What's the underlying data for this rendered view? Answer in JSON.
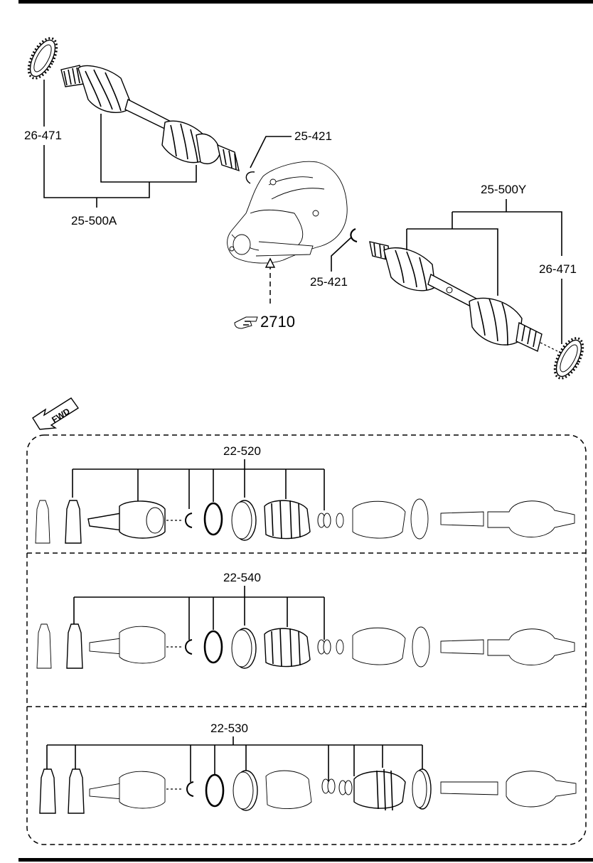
{
  "labels": {
    "ring_left": "26-471",
    "ring_right": "26-471",
    "clip_top": "25-421",
    "clip_bottom": "25-421",
    "shaft_left": "25-500A",
    "shaft_right": "25-500Y",
    "ref": "2710",
    "fwd": "FWD",
    "kit1": "22-520",
    "kit2": "22-540",
    "kit3": "22-530"
  },
  "icons": [
    "hand-pointer-icon",
    "fwd-arrow-icon"
  ]
}
